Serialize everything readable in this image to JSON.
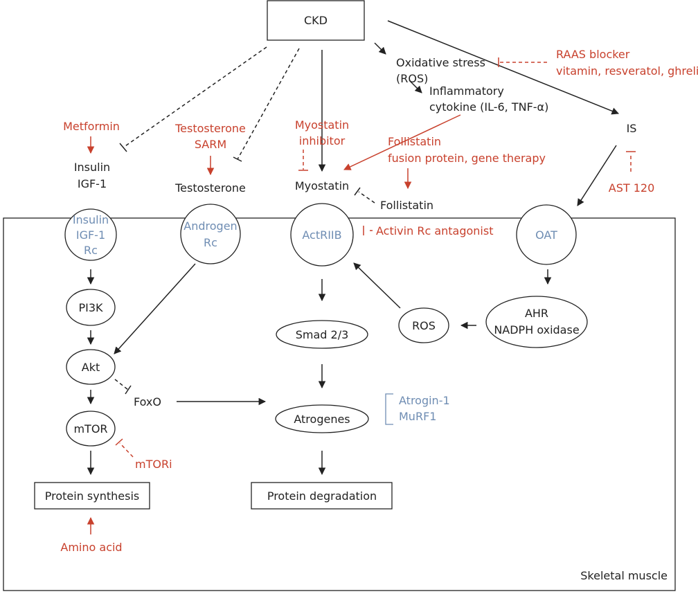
{
  "colors": {
    "black": "#222222",
    "red": "#c8412d",
    "blue": "#6f8db3"
  },
  "nodes": {
    "ckd": "CKD",
    "oxidative_stress_1": "Oxidative stress",
    "oxidative_stress_2": "(ROS)",
    "inflammatory_1": "Inflammatory",
    "inflammatory_2": "cytokine (IL-6, TNF-α)",
    "is": "IS",
    "insulin_1": "Insulin",
    "insulin_2": "IGF-1",
    "testosterone": "Testosterone",
    "myostatin": "Myostatin",
    "follistatin": "Follistatin",
    "insulin_rc_1": "Insulin",
    "insulin_rc_2": "IGF-1",
    "insulin_rc_3": "Rc",
    "androgen_rc_1": "Androgen",
    "androgen_rc_2": "Rc",
    "actriib": "ActRIIB",
    "oat": "OAT",
    "pi3k": "PI3K",
    "akt": "Akt",
    "mtor": "mTOR",
    "foxo": "FoxO",
    "smad": "Smad 2/3",
    "atrogenes": "Atrogenes",
    "ros": "ROS",
    "ahr_1": "AHR",
    "ahr_2": "NADPH oxidase",
    "protein_synthesis": "Protein synthesis",
    "protein_degradation": "Protein degradation",
    "atrogin_1": "Atrogin-1",
    "murf1": "MuRF1",
    "skeletal_muscle": "Skeletal muscle"
  },
  "interventions": {
    "raas_1": "RAAS blocker",
    "raas_2": "vitamin, resveratol, ghrelin",
    "metformin": "Metformin",
    "testosterone_1": "Testosterone",
    "testosterone_2": "SARM",
    "myostatin_inhibitor_1": "Myostatin",
    "myostatin_inhibitor_2": "inhibitor",
    "follistatin_1": "Follistatin",
    "follistatin_2": "fusion protein, gene therapy",
    "ast120": "AST 120",
    "activin": "Activin Rc antagonist",
    "mtori": "mTORi",
    "amino_acid": "Amino acid"
  }
}
